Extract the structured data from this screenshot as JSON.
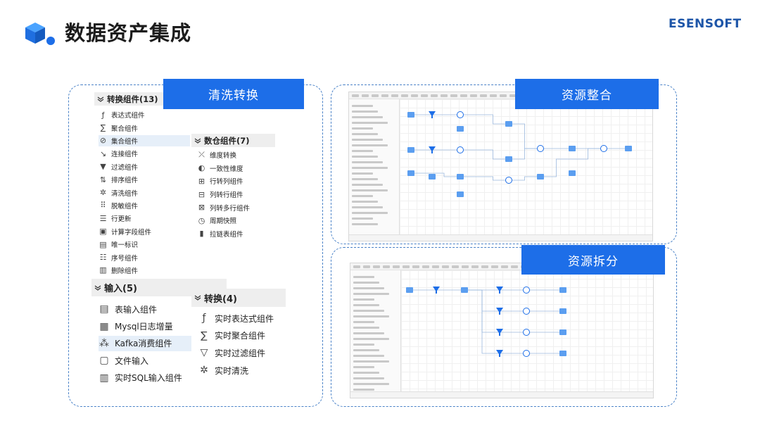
{
  "header": {
    "title": "数据资产集成",
    "brand": "ESENSOFT"
  },
  "panels": {
    "clean": {
      "label": "清洗转换"
    },
    "integrate": {
      "label": "资源整合"
    },
    "split": {
      "label": "资源拆分"
    }
  },
  "groups": {
    "transform": {
      "title": "转换组件(13)",
      "items": [
        "表达式组件",
        "聚合组件",
        "集合组件",
        "连接组件",
        "过滤组件",
        "排序组件",
        "清洗组件",
        "脱敏组件",
        "行更新",
        "计算字段组件",
        "唯一标识",
        "序号组件",
        "删除组件"
      ]
    },
    "warehouse": {
      "title": "数仓组件(7)",
      "items": [
        "维度转换",
        "一致性维度",
        "行转列组件",
        "列转行组件",
        "列转多行组件",
        "周期快照",
        "拉链表组件"
      ]
    },
    "input": {
      "title": "输入(5)",
      "items": [
        "表输入组件",
        "Mysql日志增量",
        "Kafka消费组件",
        "文件输入",
        "实时SQL输入组件"
      ]
    },
    "convert": {
      "title": "转换(4)",
      "items": [
        "实时表达式组件",
        "实时聚合组件",
        "实时过滤组件",
        "实时清洗"
      ]
    }
  },
  "colors": {
    "accent": "#1d6ee8",
    "dash": "#4a82c8",
    "brand": "#1d55a8",
    "highlight": "#e6eff9"
  }
}
